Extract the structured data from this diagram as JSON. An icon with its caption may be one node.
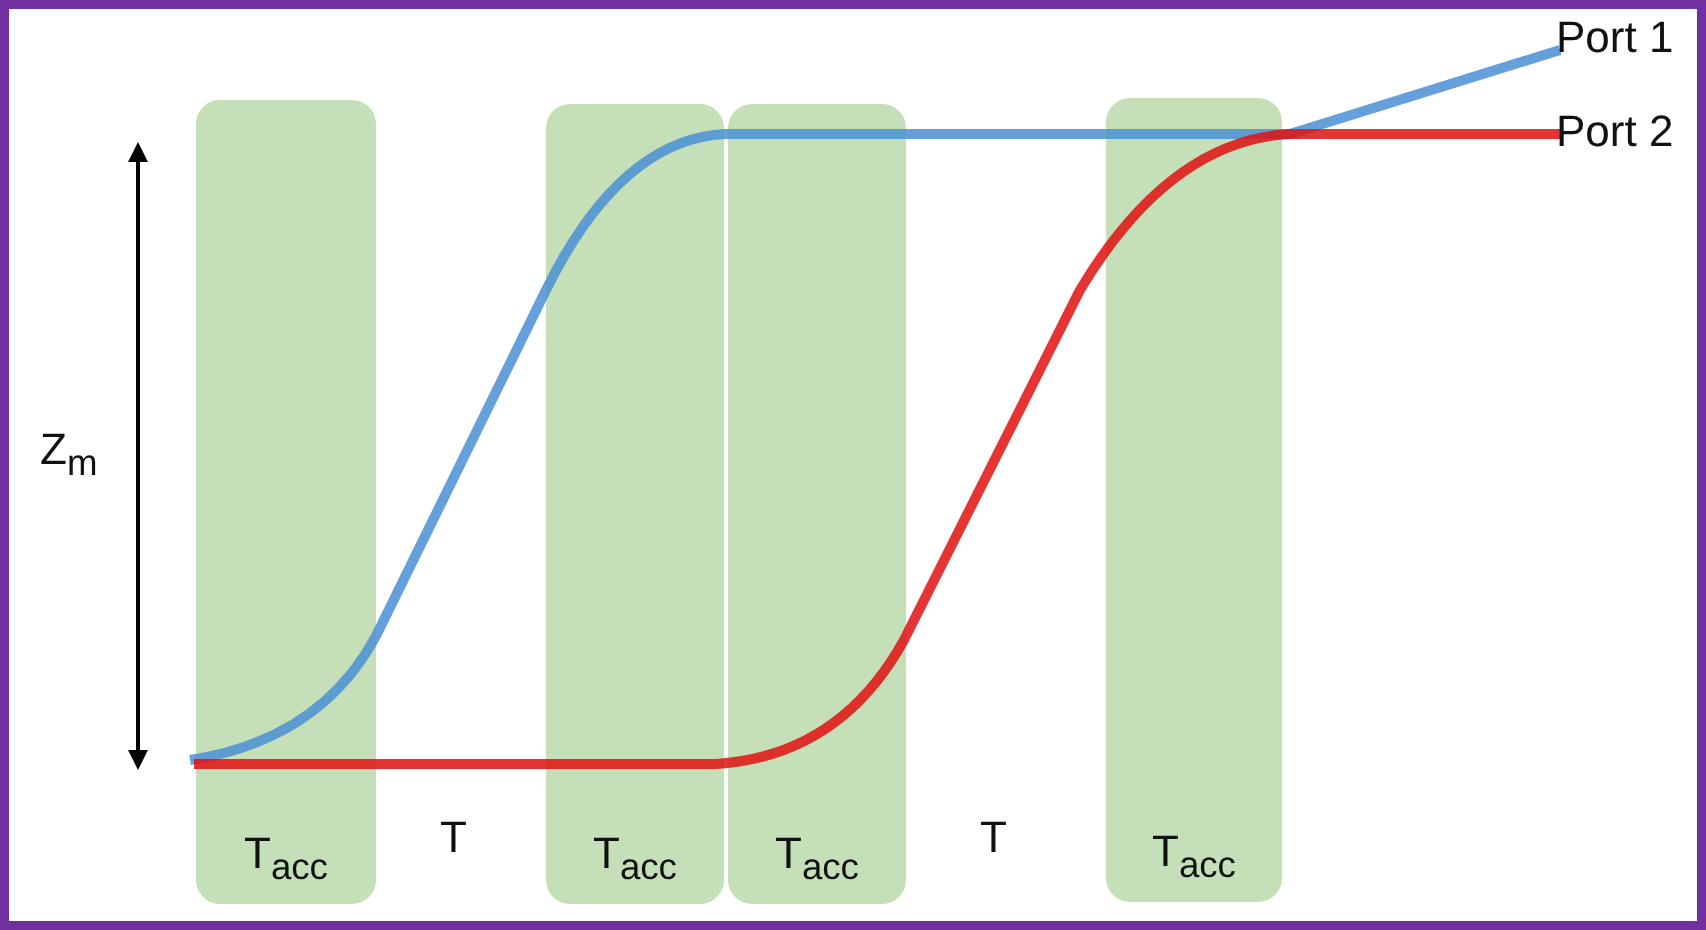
{
  "diagram": {
    "nodes": [
      {
        "text": [
          "T$_{acc}$"
        ]
      },
      {
        "text": [
          "T$_{acc}$"
        ]
      },
      {
        "text": [
          "T$_{acc}$"
        ]
      },
      {
        "text": [
          "T$_{acc}$"
        ]
      }
    ],
    "labels": [
      "Port 1",
      "Port 2",
      "Z$_{m}$",
      "T",
      "T"
    ]
  }
}
